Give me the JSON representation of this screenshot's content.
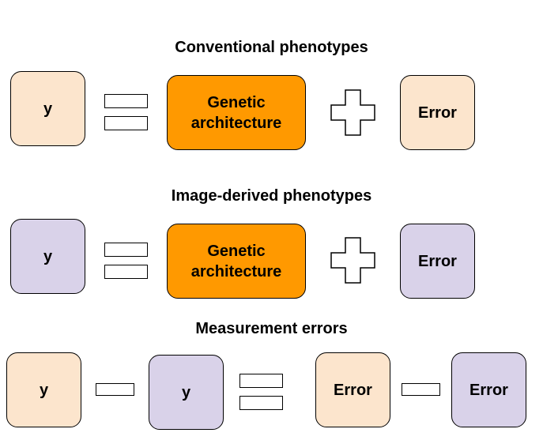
{
  "sections": {
    "conventional": {
      "title": "Conventional phenotypes",
      "y_label": "y",
      "genetic_label": "Genetic\narchitecture",
      "error_label": "Error"
    },
    "image_derived": {
      "title": "Image-derived phenotypes",
      "y_label": "y",
      "genetic_label": "Genetic\narchitecture",
      "error_label": "Error"
    },
    "measurement": {
      "title": "Measurement errors",
      "y1_label": "y",
      "y2_label": "y",
      "error1_label": "Error",
      "error2_label": "Error"
    }
  },
  "colors": {
    "peach": "#fce5cd",
    "lavender": "#d9d2e9",
    "orange": "#ff9900"
  },
  "icons": [
    "equals-sign-icon",
    "plus-sign-icon",
    "minus-sign-icon"
  ]
}
